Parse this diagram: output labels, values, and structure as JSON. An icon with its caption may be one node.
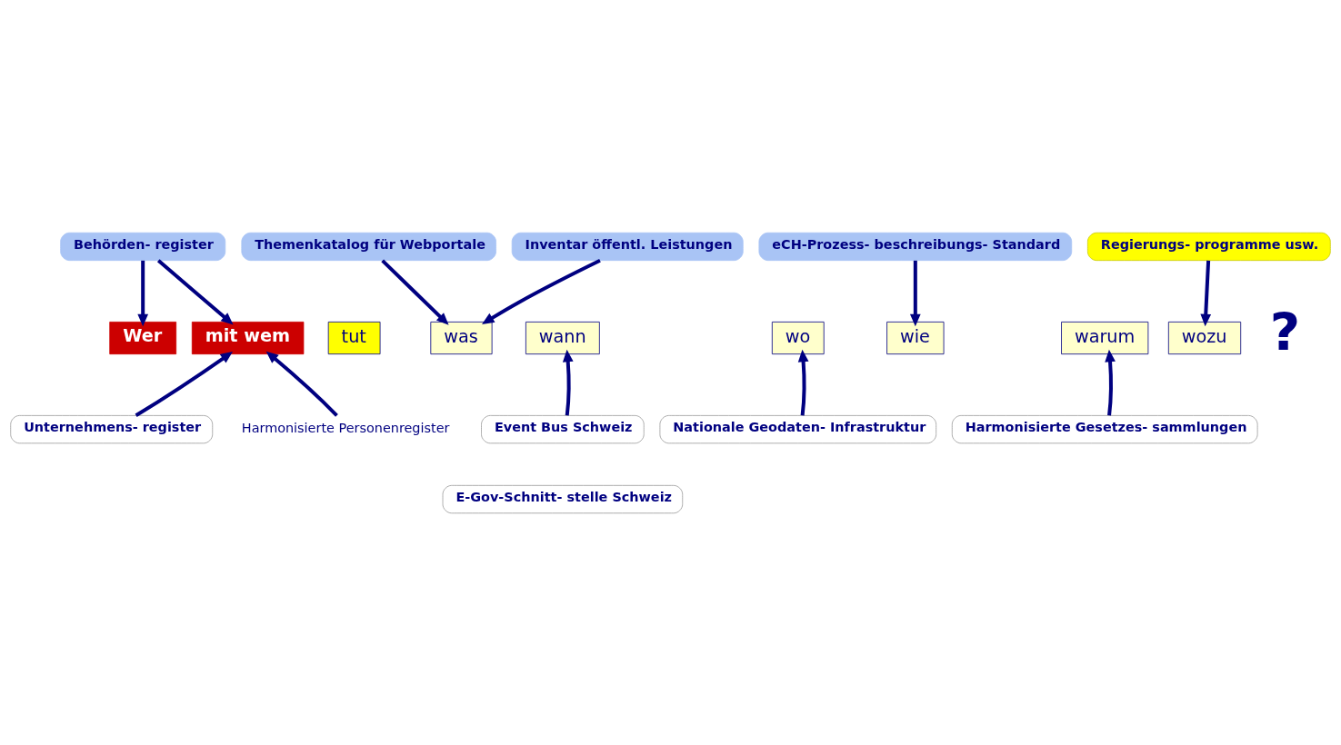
{
  "diagram": {
    "nodes": [
      {
        "text": [
          "Behörden- register"
        ]
      },
      {
        "text": [
          "Themenkatalog für Webportale"
        ]
      },
      {
        "text": [
          "Inventar öffentl. Leistungen"
        ]
      },
      {
        "text": [
          "eCH-Prozess- beschreibungs- Standard"
        ]
      },
      {
        "text": [
          "Regierungs- programme usw."
        ]
      },
      {
        "text": [
          "Wer"
        ]
      },
      {
        "text": [
          "mit wem"
        ]
      },
      {
        "text": [
          "tut"
        ]
      },
      {
        "text": [
          "was"
        ]
      },
      {
        "text": [
          "wann"
        ]
      },
      {
        "text": [
          "wo"
        ]
      },
      {
        "text": [
          "wie"
        ]
      },
      {
        "text": [
          "warum"
        ]
      },
      {
        "text": [
          "wozu"
        ]
      },
      {
        "text": [
          "Event Bus Schweiz"
        ]
      },
      {
        "text": [
          "E-Gov-Schnitt- stelle Schweiz"
        ]
      },
      {
        "text": [
          "Unternehmens- register"
        ]
      },
      {
        "text": [
          "Harmonisierte Personenregister"
        ]
      },
      {
        "text": [
          "Nationale Geodaten- Infrastruktur"
        ]
      },
      {
        "text": [
          "Harmonisierte Gesetzes- sammlungen"
        ]
      }
    ],
    "edges": [
      {
        "from": 0,
        "to": 5,
        "arrow": "to"
      },
      {
        "from": 0,
        "to": 6,
        "arrow": "to"
      },
      {
        "from": 1,
        "to": 8,
        "arrow": "to"
      },
      {
        "from": 2,
        "to": 8,
        "arrow": "to"
      },
      {
        "from": 3,
        "to": 11,
        "arrow": "to"
      },
      {
        "from": 4,
        "to": 13,
        "arrow": "to"
      },
      {
        "from": 16,
        "to": 6,
        "arrow": "to"
      },
      {
        "from": 17,
        "to": 6,
        "arrow": "to"
      },
      {
        "from": 14,
        "to": 9,
        "arrow": "to"
      },
      {
        "from": 18,
        "to": 10,
        "arrow": "to"
      },
      {
        "from": 19,
        "to": 12,
        "arrow": "to"
      }
    ],
    "labels": [
      "?"
    ]
  }
}
